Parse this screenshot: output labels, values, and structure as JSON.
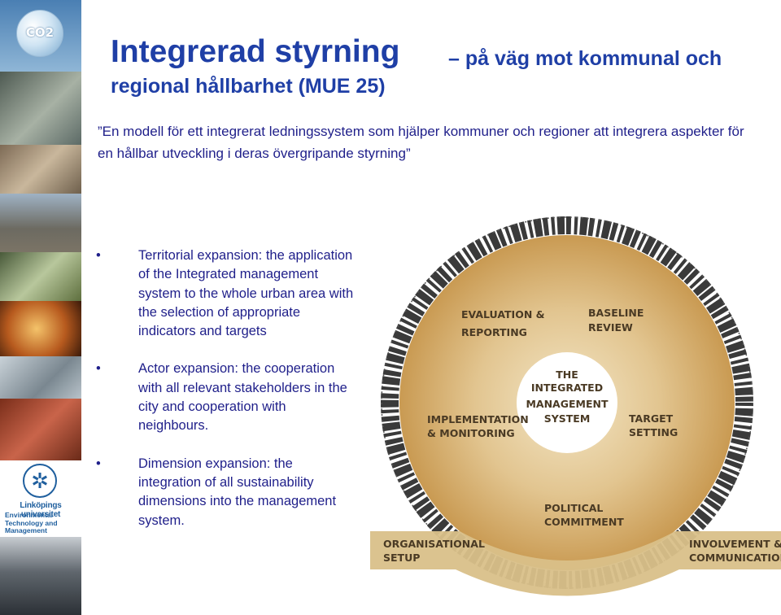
{
  "sidebar": {
    "co2_label": "CO2",
    "university_name": "Linköpings universitet",
    "department": "Environmental\nTechnology and\nManagement"
  },
  "title": {
    "main": "Integrerad styrning",
    "sub": "– på väg mot kommunal och",
    "line2": "regional hållbarhet (MUE 25)"
  },
  "quote": "”En modell för ett integrerat ledningssystem som hjälper kommuner och regioner att integrera aspekter för en hållbar utveckling i deras övergripande styrning”",
  "bullets": [
    {
      "mark": "•",
      "text": "Territorial expansion: the application of the Integrated management system to the whole urban area with the selection of appropriate indicators and targets"
    },
    {
      "mark": "•",
      "text": "Actor expansion: the cooperation with all relevant stakeholders in the city and cooperation with neighbours."
    },
    {
      "mark": "•",
      "text": "Dimension expansion: the integration of all sustainability dimensions into the management system."
    }
  ],
  "diagram": {
    "center": [
      "THE",
      "INTEGRATED",
      "MANAGEMENT",
      "SYSTEM"
    ],
    "evaluation": [
      "EVALUATION &",
      "REPORTING"
    ],
    "baseline": [
      "BASELINE",
      "REVIEW"
    ],
    "implementation": [
      "IMPLEMENTATION",
      "& MONITORING"
    ],
    "target": [
      "TARGET",
      "SETTING"
    ],
    "political": [
      "POLITICAL",
      "COMMITMENT"
    ],
    "organisational": [
      "ORGANISATIONAL",
      "SETUP"
    ],
    "involvement": [
      "INVOLVEMENT &",
      "COMMUNICATION"
    ],
    "colors": {
      "label": "#4a3a24",
      "disc_outer": "#c9a05c",
      "disc_inner": "#ead6aa",
      "center": "#ffffff",
      "banner": "#c9ad77"
    }
  }
}
